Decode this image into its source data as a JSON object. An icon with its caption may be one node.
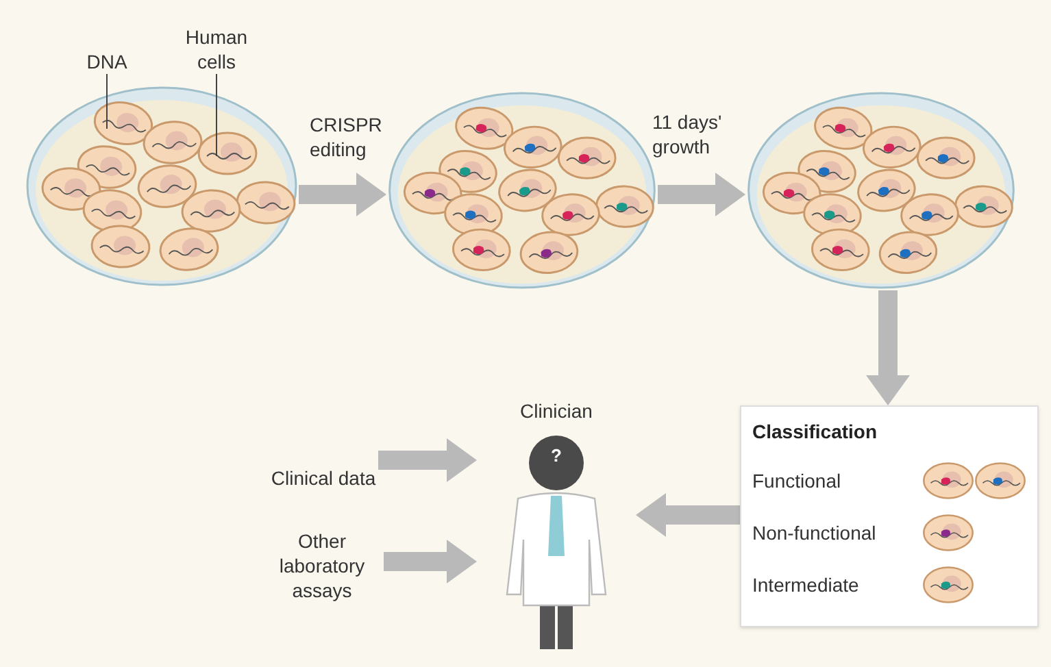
{
  "diagram": {
    "nodes": [
      {
        "text": [],
        "shape": "picture"
      },
      {
        "text": [
          "DNA"
        ]
      },
      {
        "text": [
          "Human cells"
        ]
      },
      {
        "text": [],
        "shape": "picture"
      },
      {
        "text": [],
        "shape": "picture"
      },
      {
        "text": [
          "Classification"
        ]
      },
      {
        "text": [
          "Functional"
        ],
        "in": 5
      },
      {
        "text": [
          "Non-functional"
        ],
        "in": 5
      },
      {
        "text": [
          "Intermediate"
        ],
        "in": 5
      },
      {
        "text": [
          "Clinician",
          "?"
        ]
      },
      {
        "text": [
          "Clinical data"
        ]
      },
      {
        "text": [
          "Other laboratory assays"
        ]
      }
    ],
    "edges": [
      {
        "from": 1,
        "to": 0,
        "arrow": "none",
        "color": "#444444"
      },
      {
        "from": 2,
        "to": 0,
        "arrow": "none",
        "color": "#444444"
      },
      {
        "from": 0,
        "to": 3,
        "arrow": "to",
        "label": "CRISPR editing"
      },
      {
        "from": 3,
        "to": 4,
        "arrow": "to",
        "label": "11 days' growth"
      },
      {
        "from": 4,
        "to": 5,
        "arrow": "to"
      },
      {
        "from": 5,
        "to": 9,
        "arrow": "to"
      },
      {
        "from": 10,
        "to": 9,
        "arrow": "to"
      },
      {
        "from": 11,
        "to": 9,
        "arrow": "to"
      }
    ]
  }
}
